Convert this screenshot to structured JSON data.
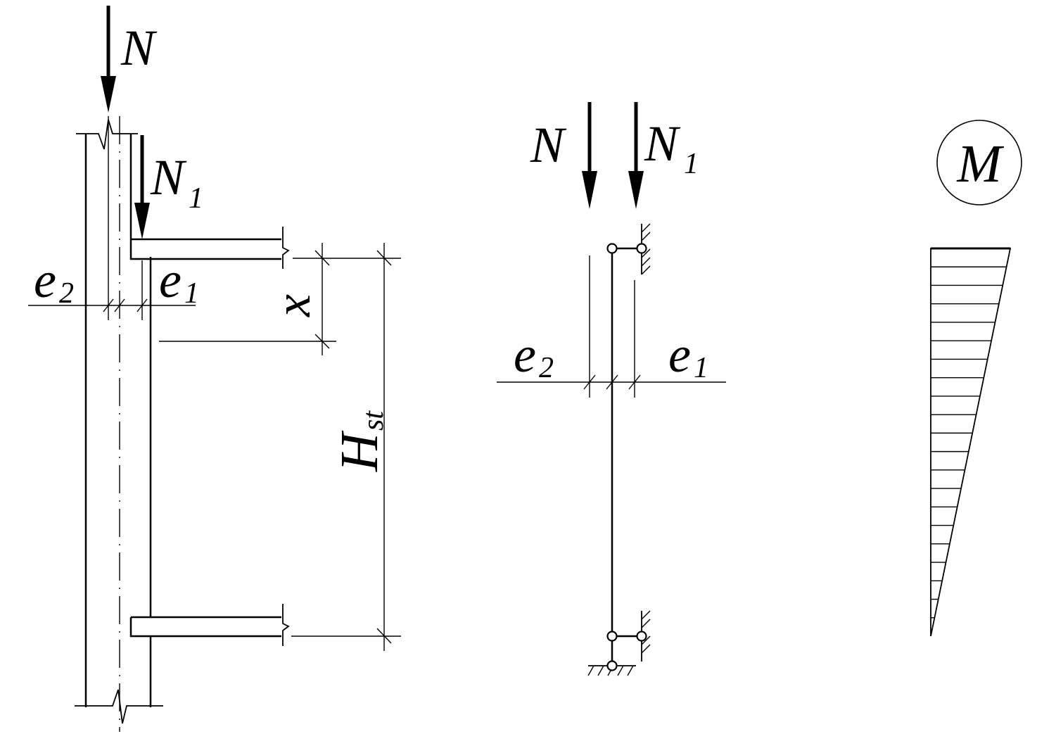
{
  "labels": {
    "wall_N": "N",
    "wall_N1_main": "N",
    "wall_N1_sub": "1",
    "wall_e2_main": "e",
    "wall_e2_sub": "2",
    "wall_e1_main": "e",
    "wall_e1_sub": "1",
    "dim_x": "x",
    "dim_H_main": "H",
    "dim_H_sub": "st",
    "model_N": "N",
    "model_N1_main": "N",
    "model_N1_sub": "1",
    "model_e2_main": "e",
    "model_e2_sub": "2",
    "model_e1_main": "e",
    "model_e1_sub": "1",
    "moment_label": "M"
  },
  "moment_diagram": {
    "shape": "triangle",
    "hatch_lines": 20
  }
}
